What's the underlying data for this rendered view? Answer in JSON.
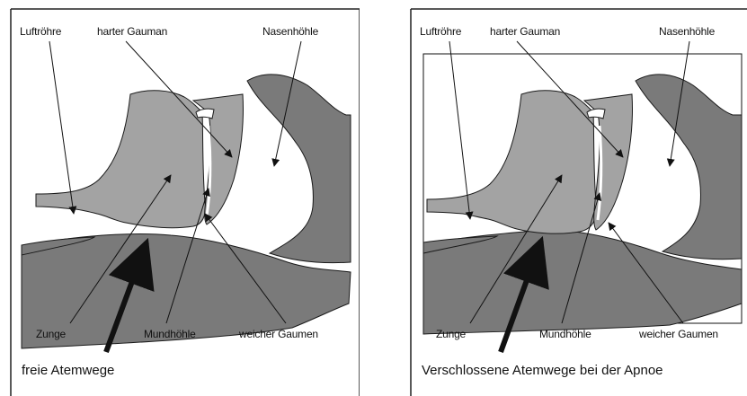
{
  "panels": [
    {
      "labels": {
        "trachea": "Luftröhre",
        "hard_palate": "harter Gauman",
        "nasal_cavity": "Nasenhöhle",
        "tongue": "Zunge",
        "oral_cavity": "Mundhöhle",
        "soft_palate": "weicher Gaumen"
      },
      "caption": "freie Atemwege"
    },
    {
      "labels": {
        "trachea": "Luftröhre",
        "hard_palate": "harter Gauman",
        "nasal_cavity": "Nasenhöhle",
        "tongue": "Zunge",
        "oral_cavity": "Mundhöhle",
        "soft_palate": "weicher Gaumen"
      },
      "caption": "Verschlossene Atemwege bei der Apnoe"
    }
  ],
  "colors": {
    "tissue_light": "#a3a3a3",
    "tissue_dark": "#7a7a7a",
    "outline": "#1a1a1a",
    "airway": "#ffffff"
  }
}
